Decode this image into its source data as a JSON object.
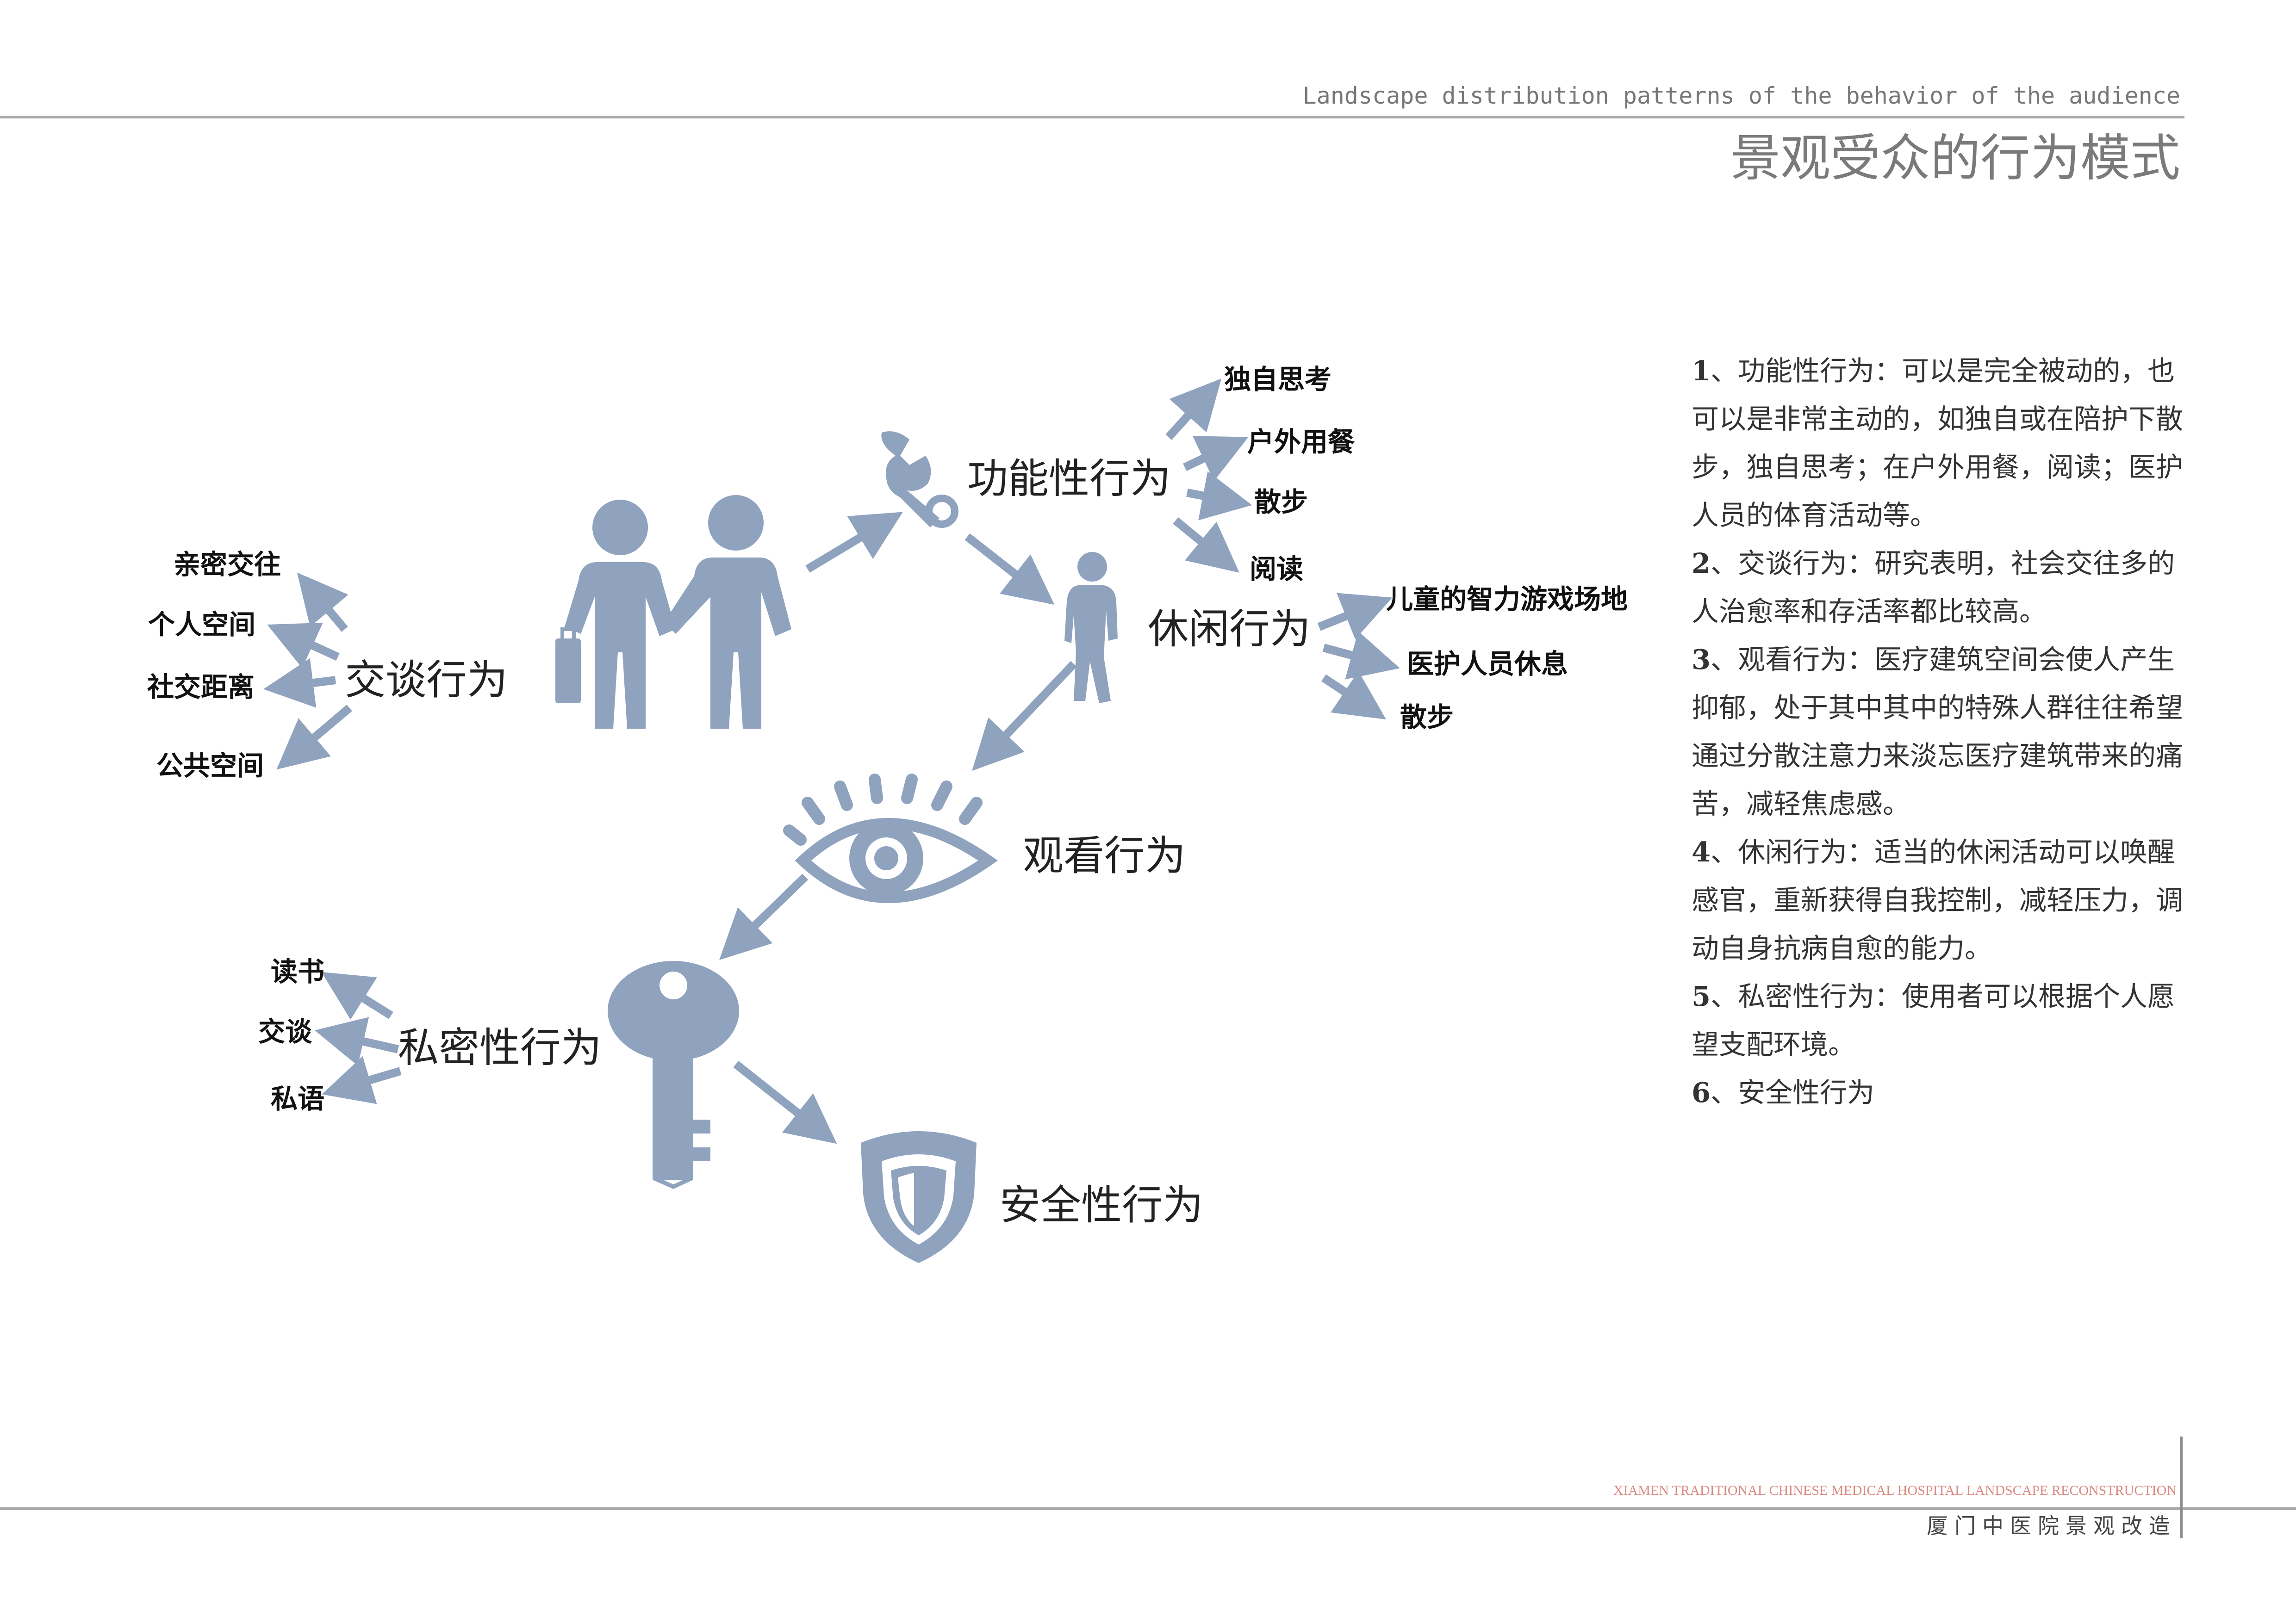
{
  "header": {
    "title_en": "Landscape distribution patterns of the behavior of the audience",
    "title_zh": "景观受众的行为模式"
  },
  "footer": {
    "project_en": "XIAMEN TRADITIONAL CHINESE MEDICAL HOSPITAL LANDSCAPE RECONSTRUCTION",
    "project_zh": "厦门中医院景观改造"
  },
  "colors": {
    "accent": "#8fa2be",
    "line_gray": "#a8a8a8",
    "text_dark": "#222222"
  },
  "diagram": {
    "talk": {
      "label": "交谈行为",
      "icon": "two-people-icon",
      "leaves": [
        "亲密交往",
        "个人空间",
        "社交距离",
        "公共空间"
      ]
    },
    "functional": {
      "label": "功能性行为",
      "icon": "wrench-icon",
      "leaves": [
        "独自思考",
        "户外用餐",
        "散步",
        "阅读"
      ]
    },
    "leisure": {
      "label": "休闲行为",
      "icon": "walking-person-icon",
      "leaves": [
        "儿童的智力游戏场地",
        "医护人员休息",
        "散步"
      ]
    },
    "watch": {
      "label": "观看行为",
      "icon": "eye-icon"
    },
    "private": {
      "label": "私密性行为",
      "icon": "key-icon",
      "leaves": [
        "读书",
        "交谈",
        "私语"
      ]
    },
    "safety": {
      "label": "安全性行为",
      "icon": "shield-icon"
    }
  },
  "notes": [
    {
      "num": "1",
      "text": "、功能性行为：可以是完全被动的，也可以是非常主动的，如独自或在陪护下散步，独自思考；在户外用餐，阅读；医护人员的体育活动等。"
    },
    {
      "num": "2",
      "text": "、交谈行为：研究表明，社会交往多的人治愈率和存活率都比较高。"
    },
    {
      "num": "3",
      "text": "、观看行为：医疗建筑空间会使人产生抑郁，处于其中其中的特殊人群往往希望通过分散注意力来淡忘医疗建筑带来的痛苦，减轻焦虑感。"
    },
    {
      "num": "4",
      "text": "、休闲行为：适当的休闲活动可以唤醒感官，重新获得自我控制，减轻压力，调动自身抗病自愈的能力。"
    },
    {
      "num": "5",
      "text": "、私密性行为：使用者可以根据个人愿望支配环境。"
    },
    {
      "num": "6",
      "text": "、安全性行为"
    }
  ]
}
